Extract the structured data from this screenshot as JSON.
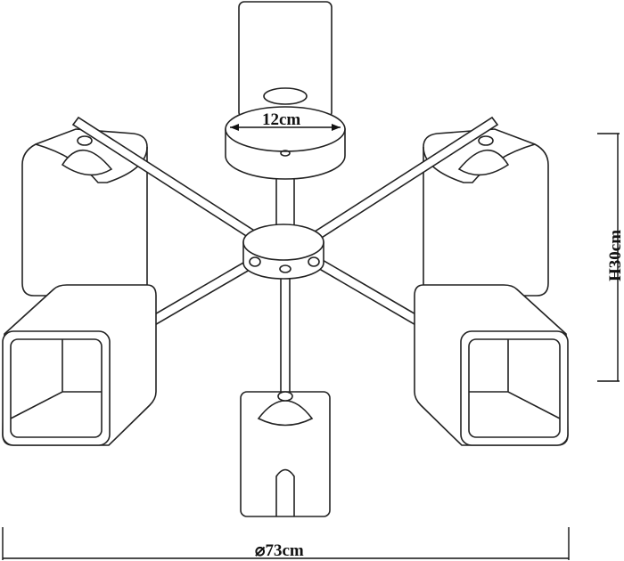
{
  "dimensions": {
    "canopy_diameter": "12cm",
    "height": "H30cm",
    "overall_diameter": "⌀73cm"
  }
}
